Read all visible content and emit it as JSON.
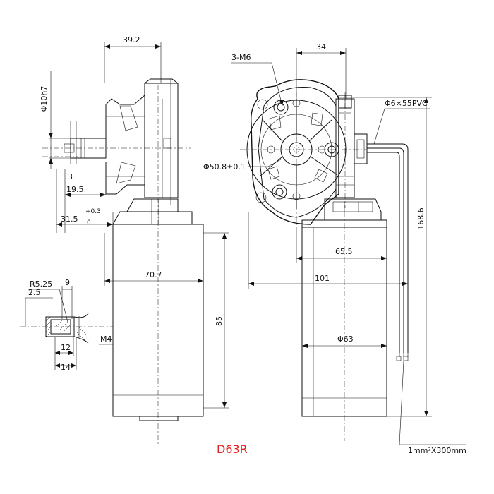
{
  "model_name": "D63R",
  "model_color": "#e02020",
  "line_color": "#111111",
  "dimensions": {
    "side_width": "39.2",
    "shaft_dia": "Φ10h7",
    "shaft_flat": "3",
    "offset_19_5": "19.5",
    "offset_31_5": "31.5",
    "tol_upper": "+0.3",
    "tol_lower": "0",
    "motor_length_70_7": "70.7",
    "motor_height_85": "85",
    "thread_M4": "M4",
    "radius_R5_25": "R5.25",
    "depth_2_5": "2.5",
    "dim_9": "9",
    "dim_12": "12",
    "dim_14": "14",
    "front_34": "34",
    "screw_3_M6": "3-M6",
    "pcd_50_8": "Φ50.8±0.1",
    "cable_spec": "Φ6×55PVC",
    "width_65_5": "65.5",
    "width_101": "101",
    "height_168_6": "168.6",
    "motor_dia_63": "Φ63",
    "wire_spec": "1mm²X300mm"
  }
}
